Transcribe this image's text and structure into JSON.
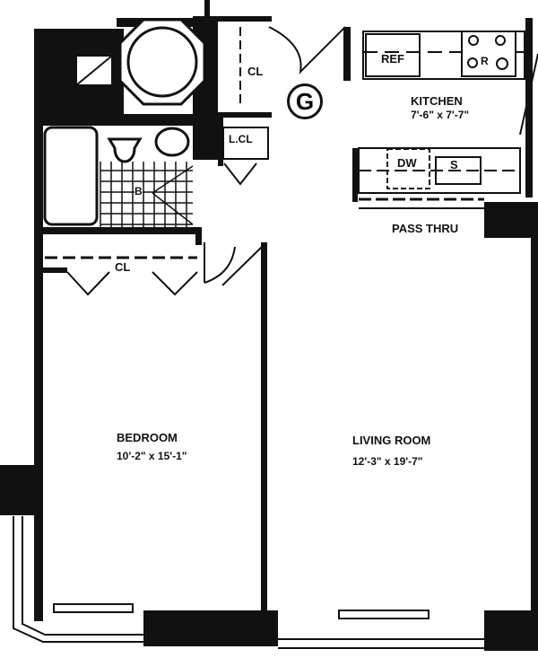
{
  "unit_badge": "G",
  "rooms": {
    "kitchen": {
      "name": "KITCHEN",
      "dims": "7'-6\" x 7'-7\""
    },
    "bedroom": {
      "name": "BEDROOM",
      "dims": "10'-2\" x 15'-1\""
    },
    "living": {
      "name": "LIVING ROOM",
      "dims": "12'-3\" x 19'-7\""
    }
  },
  "fixtures": {
    "ref": "REF",
    "range": "R",
    "dishwasher": "DW",
    "sink": "S",
    "pass_thru": "PASS THRU",
    "closet_top": "CL",
    "linen_closet": "L.CL",
    "closet_bedroom": "CL",
    "bath": "B"
  }
}
